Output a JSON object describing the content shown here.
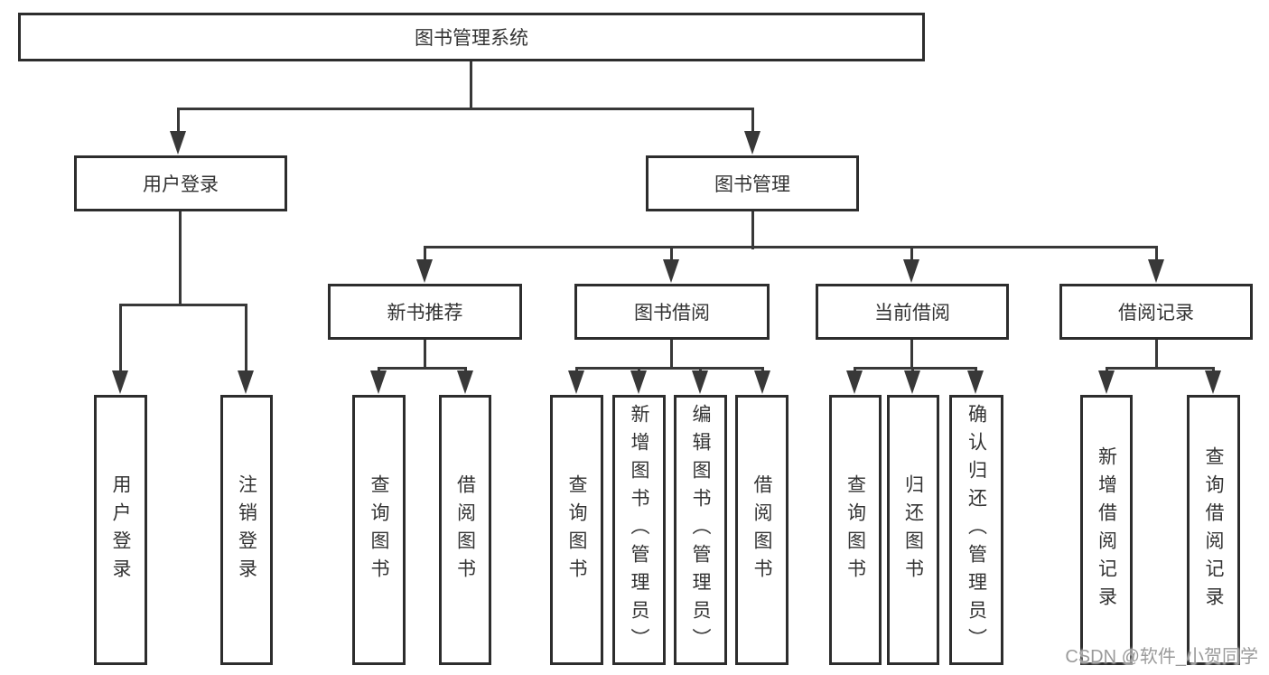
{
  "title": "图书管理系统",
  "tree": {
    "label": "图书管理系统",
    "children": [
      {
        "label": "用户登录",
        "children": [
          {
            "label": "用户登录"
          },
          {
            "label": "注销登录"
          }
        ]
      },
      {
        "label": "图书管理",
        "children": [
          {
            "label": "新书推荐",
            "children": [
              {
                "label": "查询图书"
              },
              {
                "label": "借阅图书"
              }
            ]
          },
          {
            "label": "图书借阅",
            "children": [
              {
                "label": "查询图书"
              },
              {
                "label": "新增图书（管理员）"
              },
              {
                "label": "编辑图书（管理员）"
              },
              {
                "label": "借阅图书"
              }
            ]
          },
          {
            "label": "当前借阅",
            "children": [
              {
                "label": "查询图书"
              },
              {
                "label": "归还图书"
              },
              {
                "label": "确认归还（管理员）"
              }
            ]
          },
          {
            "label": "借阅记录",
            "children": [
              {
                "label": "新增借阅记录"
              },
              {
                "label": "查询借阅记录"
              }
            ]
          }
        ]
      }
    ]
  },
  "watermark": "CSDN @软件_小贺同学",
  "colors": {
    "line": "#383838",
    "border": "#2d2d2d",
    "text": "#333333",
    "watermark": "#9a9a9a",
    "background": "#ffffff"
  }
}
